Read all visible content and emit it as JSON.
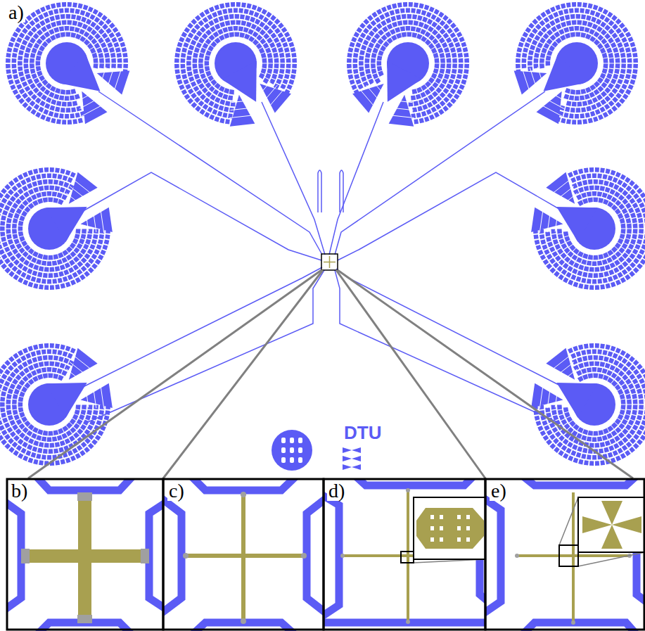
{
  "diagram": {
    "labels": [
      "a)",
      "b)",
      "c)",
      "d)",
      "e)",
      "DTU"
    ]
  }
}
